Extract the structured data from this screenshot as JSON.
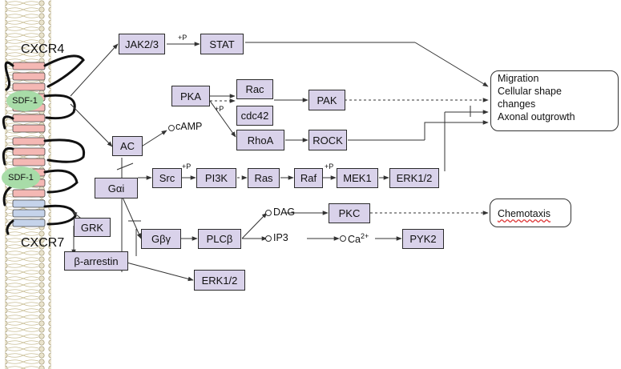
{
  "receptors": {
    "cxcr4": "CXCR4",
    "cxcr7": "CXCR7"
  },
  "ligands": {
    "upper": "SDF-1",
    "lower": "SDF-1"
  },
  "nodes": {
    "jak": "JAK2/3",
    "stat": "STAT",
    "pka": "PKA",
    "rac": "Rac",
    "cdc42": "cdc42",
    "pak": "PAK",
    "rhoa": "RhoA",
    "rock": "ROCK",
    "ac": "AC",
    "gai": "Gαi",
    "src": "Src",
    "pi3k": "PI3K",
    "ras": "Ras",
    "raf": "Raf",
    "mek1": "MEK1",
    "erk_upper": "ERK1/2",
    "grk": "GRK",
    "gby": "Gβγ",
    "plcb": "PLCβ",
    "pkc": "PKC",
    "pyk2": "PYK2",
    "barrestin": "β-arrestin",
    "erk_lower": "ERK1/2"
  },
  "labels": {
    "camp": "cAMP",
    "dag": "DAG",
    "ip3": "IP3",
    "ca": "Ca",
    "ca_charge": "2+",
    "p_stat": "+P",
    "p_pka": "+P",
    "p_pi3k": "+P",
    "p_mek": "+P"
  },
  "outcomes": {
    "main": [
      "Migration",
      "Cellular  shape",
      "changes",
      "Axonal outgrowth"
    ],
    "chemotaxis": "Chemotaxis"
  },
  "colors": {
    "node_fill": "#d9d2ea",
    "receptor_pink": "#f4b8b4",
    "receptor_blue": "#c5d3ea",
    "ligand_green": "#a8dca8",
    "membrane": "#c8bd93"
  }
}
